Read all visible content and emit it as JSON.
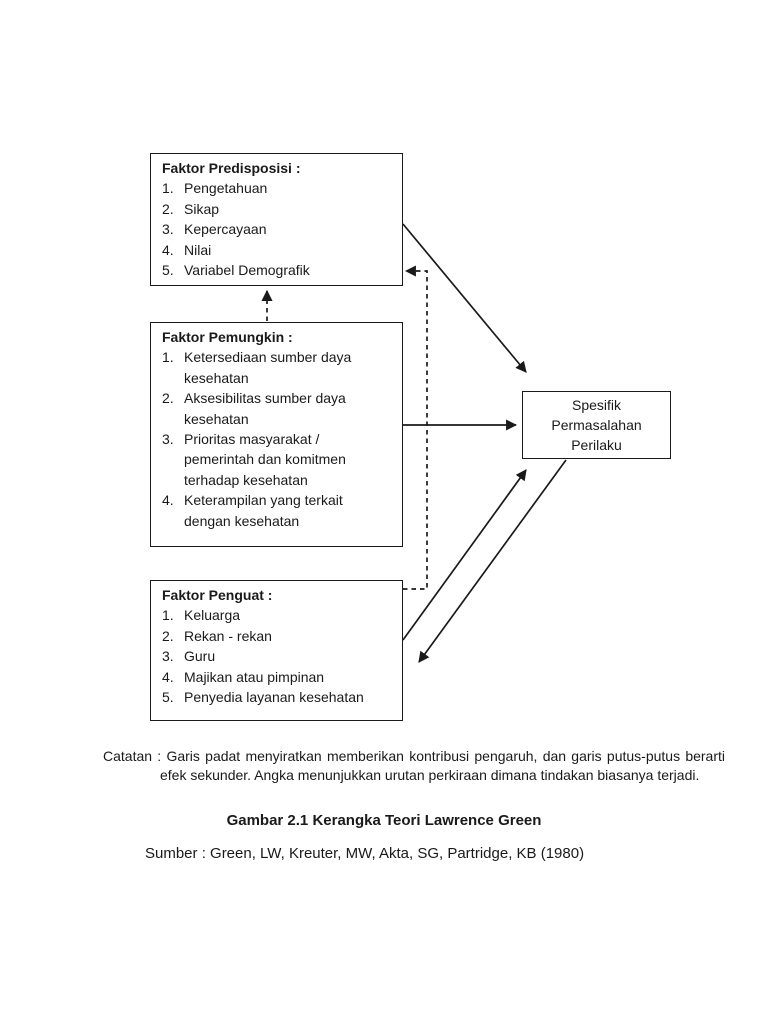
{
  "page": {
    "background": "#ffffff",
    "ink": "#1a1a1a"
  },
  "diagram": {
    "boxes": {
      "predisposisi": {
        "title": "Faktor Predisposisi :",
        "items": [
          {
            "n": "1.",
            "t": "Pengetahuan"
          },
          {
            "n": "2.",
            "t": "Sikap"
          },
          {
            "n": "3.",
            "t": "Kepercayaan"
          },
          {
            "n": "4.",
            "t": "Nilai"
          },
          {
            "n": "5.",
            "t": "Variabel Demografik"
          }
        ]
      },
      "pemungkin": {
        "title": "Faktor Pemungkin :",
        "items": [
          {
            "n": "1.",
            "t": "Ketersediaan sumber daya kesehatan"
          },
          {
            "n": "2.",
            "t": "Aksesibilitas sumber daya kesehatan"
          },
          {
            "n": "3.",
            "t": "Prioritas masyarakat / pemerintah dan komitmen terhadap kesehatan"
          },
          {
            "n": "4.",
            "t": "Keterampilan yang terkait dengan kesehatan"
          }
        ]
      },
      "penguat": {
        "title": "Faktor Penguat :",
        "items": [
          {
            "n": "1.",
            "t": "Keluarga"
          },
          {
            "n": "2.",
            "t": "Rekan - rekan"
          },
          {
            "n": "3.",
            "t": "Guru"
          },
          {
            "n": "4.",
            "t": "Majikan atau pimpinan"
          },
          {
            "n": "5.",
            "t": "Penyedia layanan kesehatan"
          }
        ]
      },
      "spesifik": {
        "line1": "Spesifik",
        "line2": "Permasalahan",
        "line3": "Perilaku"
      }
    }
  },
  "note": {
    "label": "Catatan :",
    "text": "Garis padat menyiratkan memberikan kontribusi pengaruh, dan garis putus-putus berarti efek sekunder. Angka menunjukkan urutan perkiraan dimana tindakan biasanya terjadi."
  },
  "caption": "Gambar 2.1 Kerangka Teori Lawrence Green",
  "source": "Sumber : Green, LW, Kreuter, MW, Akta, SG, Partridge, KB (1980)"
}
